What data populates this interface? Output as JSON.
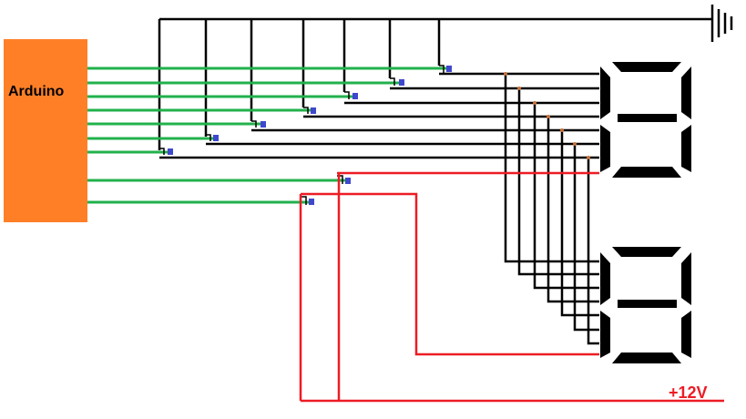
{
  "arduino": {
    "label": "Arduino"
  },
  "supply": {
    "label": "+12V"
  },
  "colors": {
    "arduino_fill": "#ff7f27",
    "signal_wire": "#22b14c",
    "ground_wire": "#000000",
    "power_wire": "#ed1c24",
    "transistor_base": "#3f48cc",
    "junction": "#c87137",
    "segment": "#000000"
  },
  "components": {
    "ground_symbol": "ground-icon",
    "digit_top": "seven-segment-digit",
    "digit_bottom": "seven-segment-digit",
    "segment_transistor_count": 7,
    "power_transistor_count": 2
  }
}
